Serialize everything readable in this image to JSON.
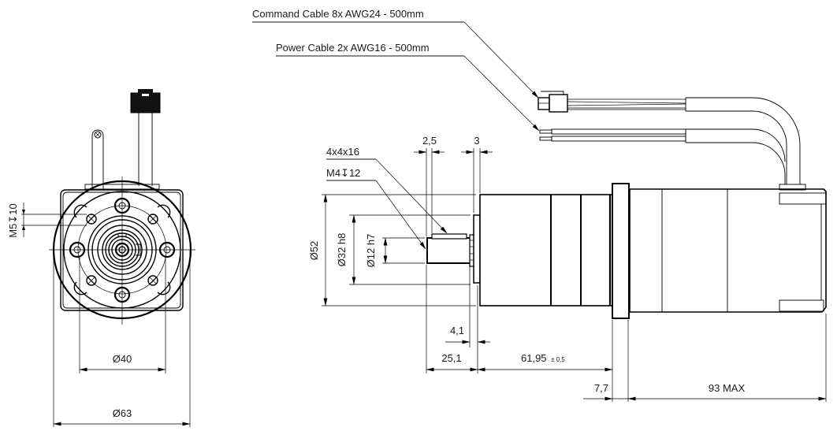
{
  "drawing": {
    "title": "Geared motor dimension drawing",
    "callouts": {
      "command_cable": "Command Cable 8x AWG24 - 500mm",
      "power_cable": "Power Cable 2x AWG16 - 500mm",
      "key": "4x4x16",
      "center_thread": "M4↧12",
      "mount_thread": "M5↧10"
    },
    "front_view": {
      "bolt_circle": "Ø40",
      "flange_diameter": "Ø63"
    },
    "side_view": {
      "body_diameter": "Ø52",
      "pilot_diameter": "Ø32 h8",
      "shaft_diameter": "Ø12 h7",
      "key_offset": "2,5",
      "pilot_length": "3",
      "shoulder_length": "4,1",
      "shaft_length": "25,1",
      "gearbox_length": "61,95",
      "gearbox_tolerance": "± 0,5",
      "flange_thickness": "7,7",
      "motor_length": "93 MAX"
    }
  }
}
